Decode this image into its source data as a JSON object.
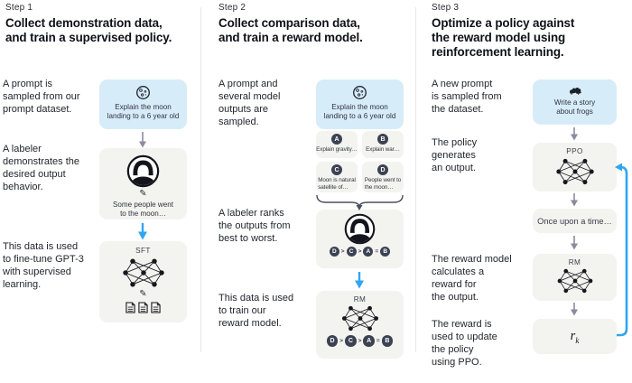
{
  "colors": {
    "accent_blue_arrow": "#31a5f1",
    "gray_arrow": "#8a8b9c",
    "prompt_box_bg": "#d7ecf9",
    "model_box_bg": "#f3f3f0",
    "chip_bg": "#3b4252"
  },
  "steps": [
    {
      "step_label": "Step 1",
      "title": "Collect demonstration data,\nand train a supervised policy.",
      "paragraphs": [
        "A prompt is\nsampled from our\nprompt dataset.",
        "A labeler\ndemonstrates the\ndesired output\nbehavior.",
        "This data is used\nto fine-tune GPT-3\nwith supervised\nlearning."
      ],
      "prompt_box": {
        "icon": "moon-icon",
        "text": "Explain the moon\nlanding to a 6 year old"
      },
      "labeler_box": {
        "icon": "labeler-avatar",
        "pencil_icon": "✎",
        "text": "Some people went\nto the moon…"
      },
      "model_box": {
        "label": "SFT",
        "icon": "neural-network-icon",
        "pencil_icon": "✎",
        "docs_icon": "documents-icon"
      }
    },
    {
      "step_label": "Step 2",
      "title": "Collect comparison data,\nand train a reward model.",
      "paragraphs": [
        "A prompt and\nseveral model\noutputs are\nsampled.",
        "A labeler ranks\nthe outputs from\nbest to worst.",
        "This data is used\nto train our\nreward model."
      ],
      "prompt_box": {
        "icon": "moon-icon",
        "text": "Explain the moon\nlanding to a 6 year old"
      },
      "outputs": [
        {
          "letter": "A",
          "text": "Explain gravity…"
        },
        {
          "letter": "B",
          "text": "Explain war…"
        },
        {
          "letter": "C",
          "text": "Moon is natural\nsatellite of…"
        },
        {
          "letter": "D",
          "text": "People went to\nthe moon…"
        }
      ],
      "ranking": {
        "display": "D > C > A = B",
        "items": [
          "D",
          "C",
          "A",
          "B"
        ],
        "separators": [
          ">",
          ">",
          "="
        ]
      },
      "model_box": {
        "label": "RM",
        "icon": "neural-network-icon"
      }
    },
    {
      "step_label": "Step 3",
      "title": "Optimize a policy against\nthe reward model using\nreinforcement learning.",
      "paragraphs": [
        "A new prompt\nis sampled from\nthe dataset.",
        "The policy\ngenerates\nan output.",
        "The reward model\ncalculates a\nreward for\nthe output.",
        "The reward is\nused to update\nthe policy\nusing PPO."
      ],
      "prompt_box": {
        "icon": "frog-icon",
        "text": "Write a story\nabout frogs"
      },
      "policy_box": {
        "label": "PPO",
        "icon": "neural-network-icon"
      },
      "output_box": {
        "text": "Once upon a time…"
      },
      "reward_model_box": {
        "label": "RM",
        "icon": "neural-network-icon"
      },
      "reward_box": {
        "base": "r",
        "sub": "k"
      }
    }
  ]
}
